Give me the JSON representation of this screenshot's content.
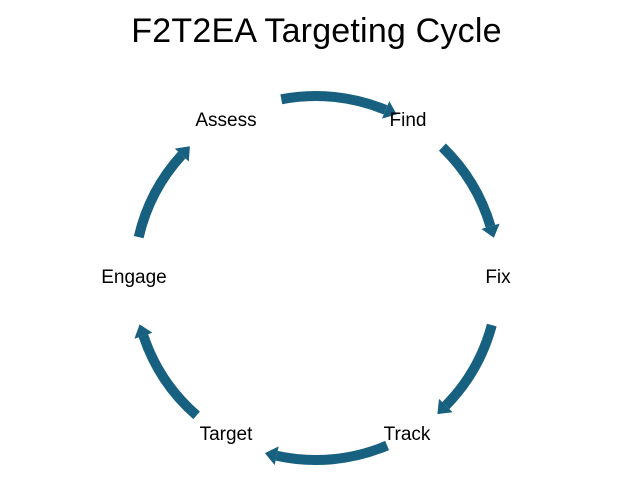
{
  "title": "F2T2EA Targeting Cycle",
  "colors": {
    "arrow": "#17607F",
    "text": "#000000",
    "background": "#FFFFFF"
  },
  "cycle": {
    "direction": "clockwise",
    "steps": [
      {
        "id": "find",
        "label": "Find"
      },
      {
        "id": "fix",
        "label": "Fix"
      },
      {
        "id": "track",
        "label": "Track"
      },
      {
        "id": "target",
        "label": "Target"
      },
      {
        "id": "engage",
        "label": "Engage"
      },
      {
        "id": "assess",
        "label": "Assess"
      }
    ]
  }
}
